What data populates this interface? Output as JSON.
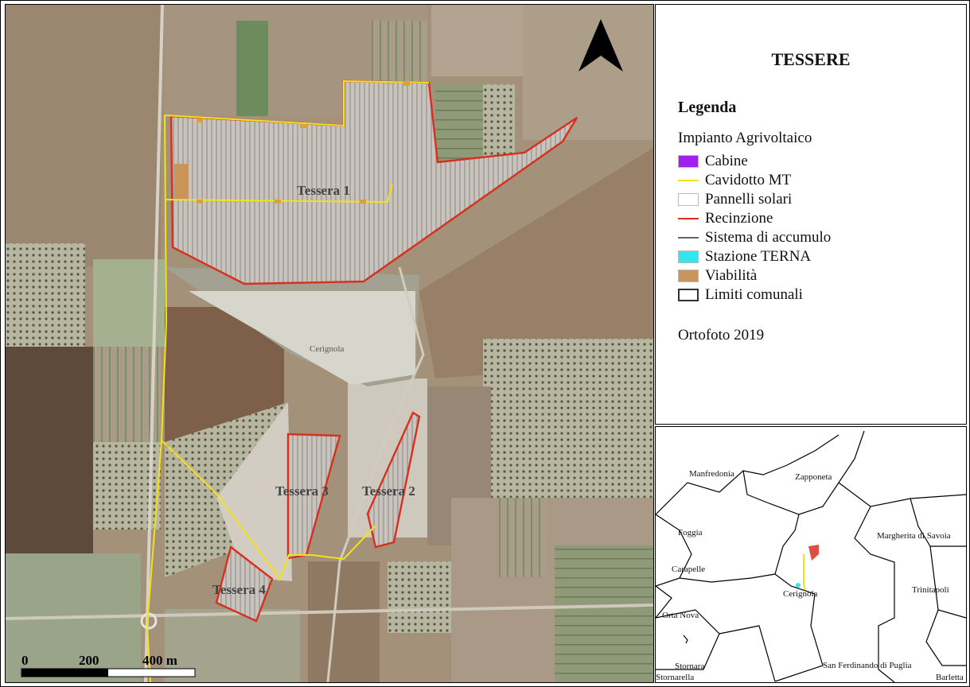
{
  "legend": {
    "title": "TESSERE",
    "heading": "Legenda",
    "group": "Impianto Agrivoltaico",
    "items": [
      {
        "label": "Cabine",
        "kind": "fill",
        "color": "#a020f0"
      },
      {
        "label": "Cavidotto MT",
        "kind": "line",
        "color": "#f2e21a"
      },
      {
        "label": "Pannelli solari",
        "kind": "fill",
        "color": "#ffffff"
      },
      {
        "label": "Recinzione",
        "kind": "line",
        "color": "#d7301f"
      },
      {
        "label": "Sistema di accumulo",
        "kind": "line",
        "color": "#666666"
      },
      {
        "label": "Stazione TERNA",
        "kind": "fill",
        "color": "#33e6ee"
      },
      {
        "label": "Viabilità",
        "kind": "fill",
        "color": "#c8965a"
      },
      {
        "label": "Limiti comunali",
        "kind": "outline",
        "color": "#333333"
      }
    ],
    "footer": "Ortofoto 2019"
  },
  "map": {
    "labels": {
      "tessera1": "Tessera 1",
      "tessera2": "Tessera 2",
      "tessera3": "Tessera 3",
      "tessera4": "Tessera 4",
      "municipality": "Cerignola"
    },
    "scale_bar": {
      "ticks": [
        "0",
        "200",
        "400 m"
      ]
    }
  },
  "inset": {
    "labels": {
      "manfredonia": "Manfredonia",
      "zapponeta": "Zapponeta",
      "foggia": "Foggia",
      "margherita": "Margherita di Savoia",
      "carapelle": "Carapelle",
      "cerignola": "Cerignola",
      "trinitapoli": "Trinitapoli",
      "ortanova": "Orta Nova",
      "stornara": "Stornara",
      "stornarella": "Stornarella",
      "sanferdinando": "San Ferdinando di Puglia",
      "barletta": "Barletta"
    }
  }
}
